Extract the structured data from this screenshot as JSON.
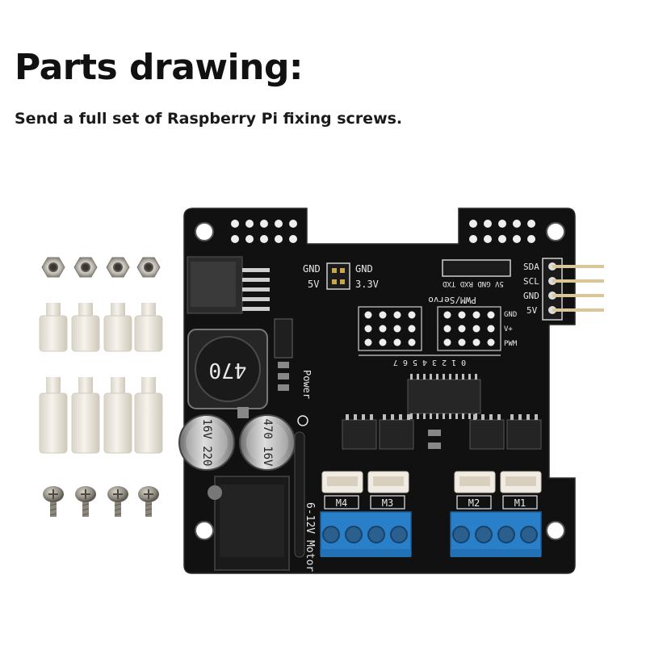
{
  "heading": "Parts drawing:",
  "caption": "Send a full set of Raspberry Pi fixing screws.",
  "board": {
    "header_left_top": "GND",
    "header_left_bottom": "5V",
    "header_right_top": "GND",
    "header_right_bottom": "3.3V",
    "uart_label": "5V GND RXD TXD",
    "i2c_labels": [
      "SDA",
      "SCL",
      "GND",
      "5V"
    ],
    "servo_label": "PWM/Servo",
    "servo_row_labels": [
      "GND",
      "V+",
      "PWM"
    ],
    "channel_numbers": "0 1 2 3   4 5 6 7",
    "inductor_marking": "470",
    "cap_left_marking": "16V 220",
    "cap_right_marking": "470 16V",
    "power_label": "Power",
    "motor_label": "6-12V Motor",
    "motor_ports": [
      "M4",
      "M3",
      "M2",
      "M1"
    ]
  },
  "colors": {
    "board": "#111111",
    "terminal_blue": "#2a7fc9",
    "nylon": "#ece8de",
    "metal": "#9a958c"
  }
}
